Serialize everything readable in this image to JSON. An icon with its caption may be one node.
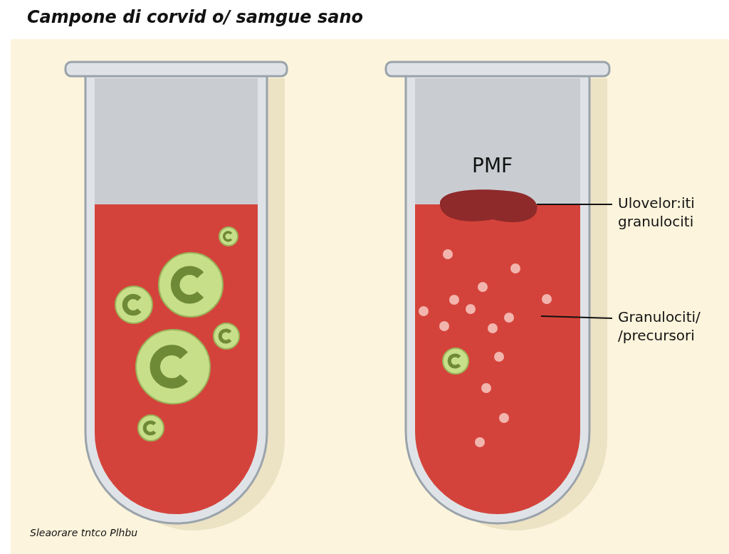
{
  "diagram": {
    "title": "Campone di corvid o/ samgue sano",
    "nodes": [
      {
        "text": [
          "Ulovelor:iti granulociti"
        ]
      },
      {
        "text": [],
        "shape": "blob"
      },
      {
        "text": [
          "Granulociti/ /precursori"
        ]
      }
    ],
    "edges": [
      {
        "from": 0,
        "to": 1,
        "arrow": "none"
      },
      {
        "from": 2,
        "to": null,
        "arrow": "none"
      }
    ],
    "labels": [
      "PMF",
      "Sleaorare tntco Plhbu"
    ]
  }
}
